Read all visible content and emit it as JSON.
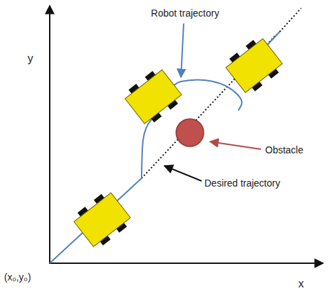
{
  "diagram": {
    "labels": [
      "y",
      "Robot trajectory",
      "Obstacle",
      "Desired trajectory",
      "(x₀,y₀)",
      "x"
    ]
  }
}
